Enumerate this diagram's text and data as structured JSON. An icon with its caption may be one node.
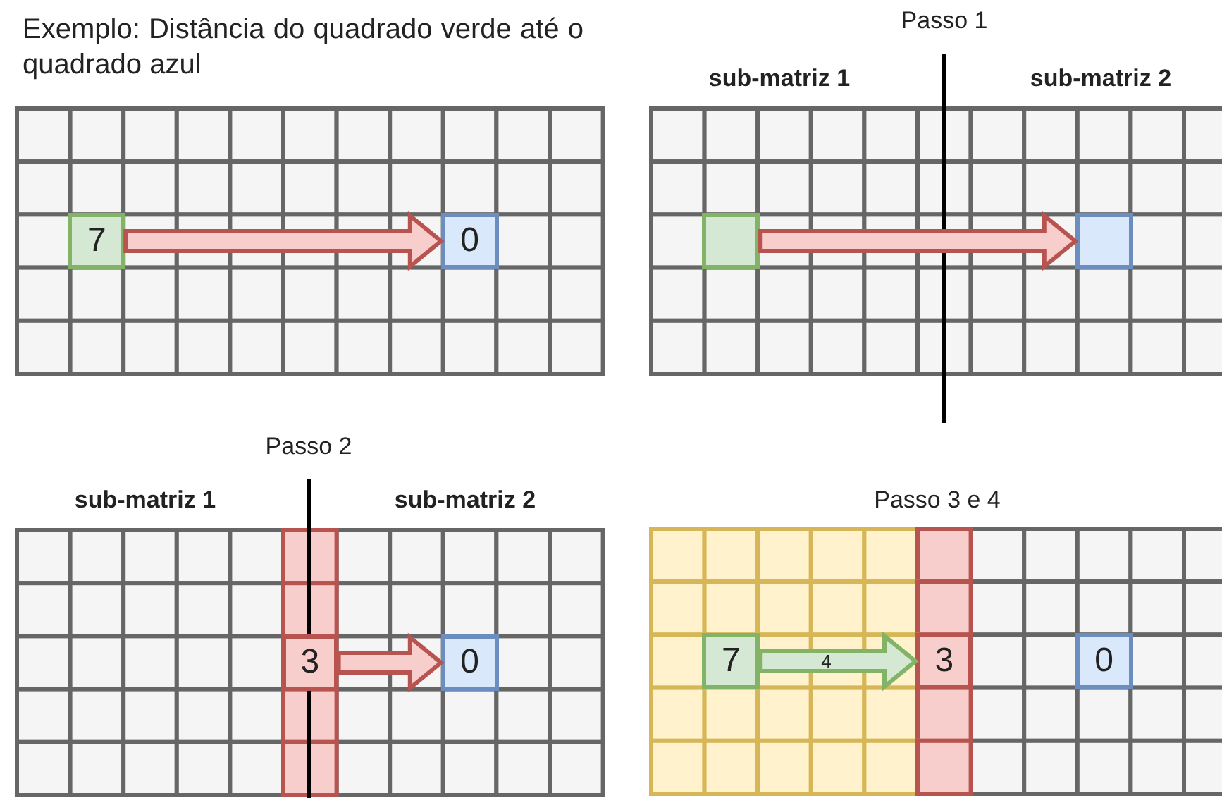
{
  "diagram": {
    "nodes": [
      {
        "text": [
          "7"
        ]
      },
      {
        "text": [
          "0"
        ]
      },
      {
        "text": [],
        "shape": "box"
      },
      {
        "text": [],
        "shape": "box"
      },
      {
        "text": [
          "3"
        ]
      },
      {
        "text": [
          "0"
        ]
      },
      {
        "text": [
          "7"
        ]
      },
      {
        "text": [
          "3"
        ]
      },
      {
        "text": [
          "0"
        ]
      }
    ],
    "edges": [
      {
        "from": 0,
        "to": 1,
        "arrow": "to"
      },
      {
        "from": 2,
        "to": 3,
        "arrow": "to"
      },
      {
        "from": 4,
        "to": 5,
        "arrow": "to"
      },
      {
        "from": 6,
        "to": 7,
        "arrow": "to",
        "label": "4",
        "color": "#82b366"
      }
    ],
    "labels": [
      "Exemplo: Distância do quadrado verde até o quadrado azul",
      "Passo 1",
      "sub-matriz 1",
      "sub-matriz 2",
      "Passo 2",
      "sub-matriz 1",
      "sub-matriz 2",
      "Passo 3 e 4"
    ]
  }
}
